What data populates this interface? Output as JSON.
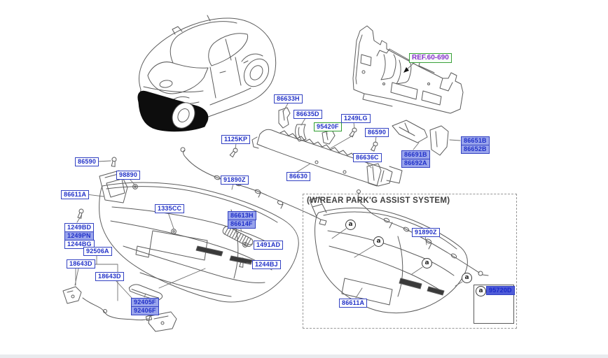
{
  "title": "Rear bumper parts diagram",
  "texts": {
    "park_assist_title": "(W/REAR PARK'G ASSIST SYSTEM)",
    "callout_letter": "a",
    "ref_label": "REF.60-690"
  },
  "labels": {
    "86633H": "86633H",
    "86635D": "86635D",
    "95420F": "95420F",
    "1249LG": "1249LG",
    "86590": "86590",
    "1125KP": "1125KP",
    "86651B": "86651B",
    "86652B": "86652B",
    "86691B": "86691B",
    "86692A": "86692A",
    "86636C": "86636C",
    "86630": "86630",
    "91890Z": "91890Z",
    "98890": "98890",
    "86611A": "86611A",
    "1249BD": "1249BD",
    "1249PN": "1249PN",
    "1244BG": "1244BG",
    "92506A": "92506A",
    "18643D": "18643D",
    "92405F": "92405F",
    "92406F": "92406F",
    "1335CC": "1335CC",
    "86613H": "86613H",
    "86614F": "86614F",
    "1491AD": "1491AD",
    "1244BJ": "1244BJ",
    "95720D": "95720D"
  },
  "colors": {
    "label_blue": "#2030c8",
    "label_border": "#3342c2",
    "highlight_blue": "#9aa5ec",
    "selected_blue": "#4f5cd8",
    "green_border": "#2f9e2f",
    "ref_purple": "#8a30d0",
    "line_gray": "#5c5c5c"
  }
}
